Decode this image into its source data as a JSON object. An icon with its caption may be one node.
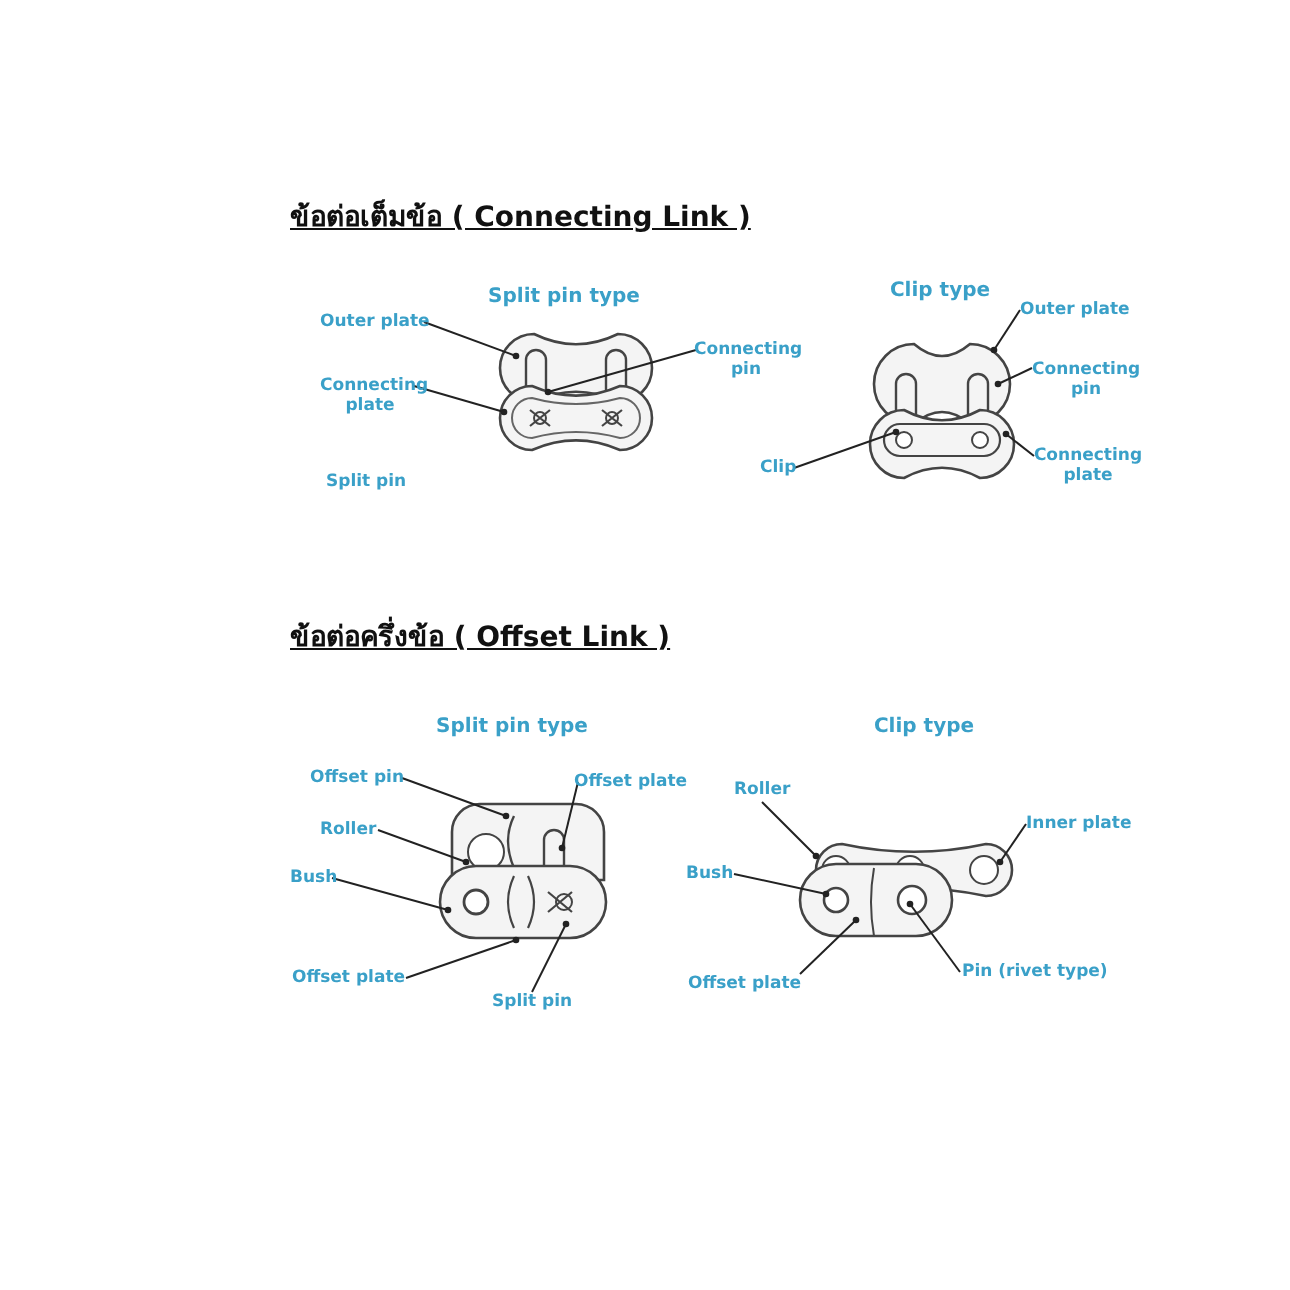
{
  "diagram": {
    "nodes": [
      {
        "text": [
          "Outer plate"
        ]
      },
      {
        "text": [
          "Connecting plate"
        ]
      },
      {
        "text": [
          "Connecting pin"
        ]
      },
      {
        "text": [
          "Outer plate"
        ]
      },
      {
        "text": [
          "Connecting pin"
        ]
      },
      {
        "text": [
          "Clip"
        ]
      },
      {
        "text": [
          "Connecting plate"
        ]
      },
      {
        "text": [
          "Offset pin"
        ]
      },
      {
        "text": [
          "Offset plate"
        ]
      },
      {
        "text": [
          "Roller"
        ]
      },
      {
        "text": [
          "Bush"
        ]
      },
      {
        "text": [
          "Offset plate"
        ]
      },
      {
        "text": [
          "Split pin"
        ]
      },
      {
        "text": [
          "Roller"
        ]
      },
      {
        "text": [
          "Inner plate"
        ]
      },
      {
        "text": [
          "Bush"
        ]
      },
      {
        "text": [
          "Offset plate"
        ]
      },
      {
        "text": [
          "Pin (rivet type)"
        ]
      },
      {
        "text": [],
        "shape": "picture"
      },
      {
        "text": [],
        "shape": "picture"
      },
      {
        "text": [],
        "shape": "picture"
      },
      {
        "text": [],
        "shape": "picture"
      }
    ],
    "edges": [
      {
        "from": 0,
        "to": 18,
        "arrow": "other"
      },
      {
        "from": 1,
        "to": 18,
        "arrow": "other"
      },
      {
        "from": 2,
        "to": 18,
        "arrow": "other"
      },
      {
        "from": 3,
        "to": 19,
        "arrow": "other"
      },
      {
        "from": 4,
        "to": 19,
        "arrow": "other"
      },
      {
        "from": 5,
        "to": 19,
        "arrow": "other"
      },
      {
        "from": 6,
        "to": 19,
        "arrow": "other"
      },
      {
        "from": 7,
        "to": 20,
        "arrow": "other"
      },
      {
        "from": 8,
        "to": 20,
        "arrow": "other"
      },
      {
        "from": 9,
        "to": 20,
        "arrow": "other"
      },
      {
        "from": 10,
        "to": 20,
        "arrow": "other"
      },
      {
        "from": 11,
        "to": 20,
        "arrow": "other"
      },
      {
        "from": 12,
        "to": 20,
        "arrow": "other"
      },
      {
        "from": 13,
        "to": 21,
        "arrow": "other"
      },
      {
        "from": 14,
        "to": 21,
        "arrow": "other"
      },
      {
        "from": 15,
        "to": 21,
        "arrow": "other"
      },
      {
        "from": 16,
        "to": 21,
        "arrow": "other"
      },
      {
        "from": 17,
        "to": 21,
        "arrow": "other"
      }
    ],
    "labels": [
      "ข้อต่อเต็มข้อ ( Connecting Link )",
      "Split pin type",
      "Clip type",
      "Split pin",
      "ข้อต่อครึ่งข้อ ( Offset Link )",
      "Split pin type",
      "Clip type"
    ]
  }
}
